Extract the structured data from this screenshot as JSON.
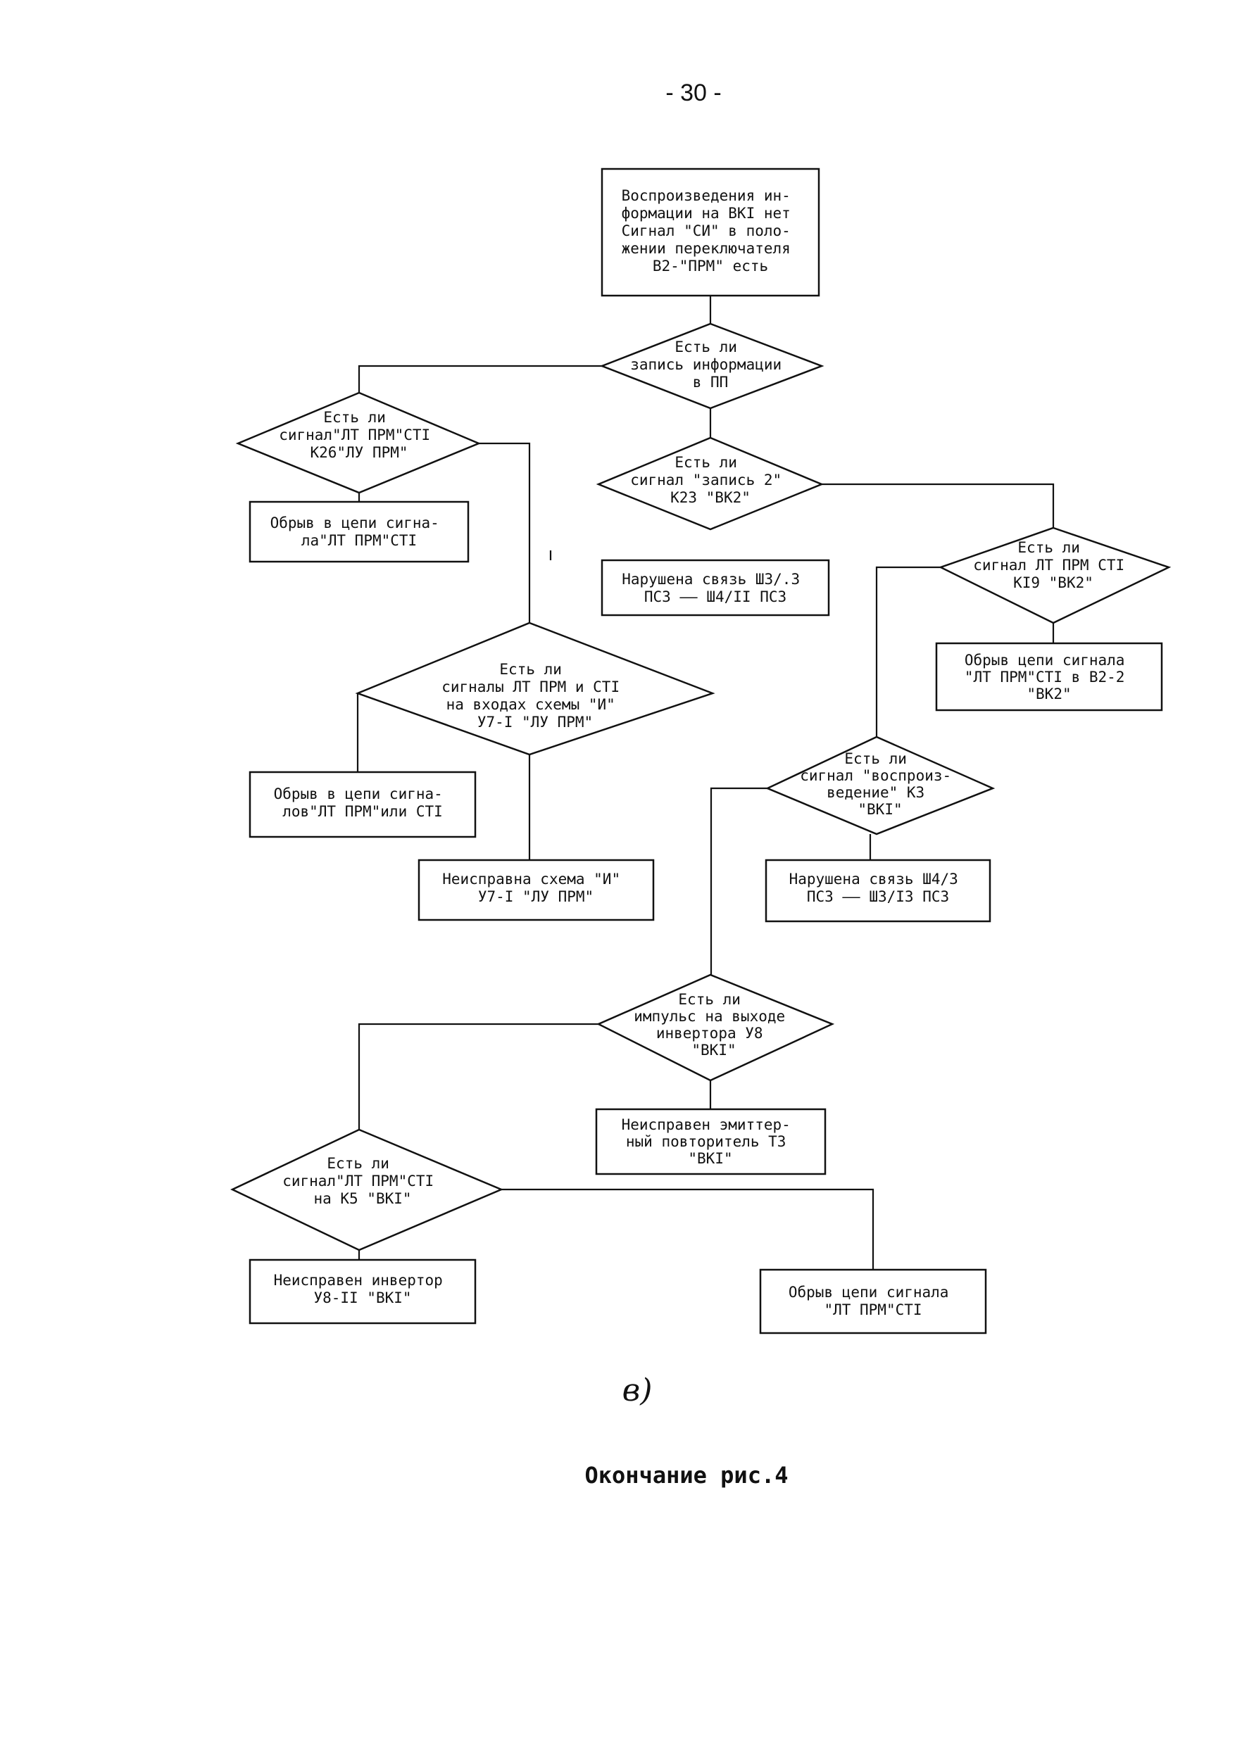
{
  "page_number": "- 30 -",
  "sublabel": "в)",
  "caption": "Окончание рис.4",
  "nodes": {
    "start": {
      "lines": [
        "Воспроизведения ин-",
        "формации на ВКI нет",
        "Сигнал \"СИ\" в поло-",
        "жении переключателя",
        "В2-\"ПРМ\" есть"
      ]
    },
    "d_record": {
      "lines": [
        "Есть ли",
        "запись информации",
        "в ПП"
      ]
    },
    "d_lt_k26": {
      "lines": [
        "Есть ли",
        "сигнал\"ЛТ ПРМ\"СТI",
        "К26\"ЛУ ПРМ\""
      ]
    },
    "b_break_lt": {
      "lines": [
        "Обрыв в цепи сигна-",
        "ла\"ЛТ ПРМ\"СТI"
      ]
    },
    "d_zapis2": {
      "lines": [
        "Есть ли",
        "сигнал \"запись 2\"",
        "К23 \"ВК2\""
      ]
    },
    "b_sh3": {
      "lines": [
        "Нарушена связь Ш3/.3",
        "ПС3 —— Ш4/II ПС3"
      ]
    },
    "d_lt_ki9": {
      "lines": [
        "Есть ли",
        "сигнал ЛТ ПРМ СТI",
        "КI9 \"ВК2\""
      ]
    },
    "b_break_vk2": {
      "lines": [
        "Обрыв цепи сигнала",
        "\"ЛТ ПРМ\"СТI в В2-2",
        "\"ВК2\""
      ]
    },
    "d_and_inputs": {
      "lines": [
        "Есть ли",
        "сигналы ЛТ ПРМ и СТI",
        "на входах схемы \"И\"",
        "У7-I \"ЛУ ПРМ\""
      ]
    },
    "b_break_signals": {
      "lines": [
        "Обрыв в цепи сигна-",
        "лов\"ЛТ ПРМ\"или СТI"
      ]
    },
    "b_faulty_and": {
      "lines": [
        "Неисправна схема \"И\"",
        "У7-I \"ЛУ ПРМ\""
      ]
    },
    "d_playback": {
      "lines": [
        "Есть ли",
        "сигнал \"воспроиз-",
        "ведение\" К3",
        "\"ВКI\""
      ]
    },
    "b_sh4": {
      "lines": [
        "Нарушена связь Ш4/3",
        "ПС3 —— Ш3/I3 ПС3"
      ]
    },
    "d_pulse": {
      "lines": [
        "Есть ли",
        "импульс на выходе",
        "инвертора У8",
        "\"ВКI\""
      ]
    },
    "b_emitter": {
      "lines": [
        "Неисправен эмиттер-",
        "ный повторитель Т3",
        "\"ВКI\""
      ]
    },
    "d_lt_k5": {
      "lines": [
        "Есть ли",
        "сигнал\"ЛТ ПРМ\"СТI",
        "на К5 \"ВКI\""
      ]
    },
    "b_inverter": {
      "lines": [
        "Неисправен инвертор",
        "У8-II \"ВКI\""
      ]
    },
    "b_break_final": {
      "lines": [
        "Обрыв цепи сигнала",
        "\"ЛТ ПРМ\"СТI"
      ]
    }
  }
}
